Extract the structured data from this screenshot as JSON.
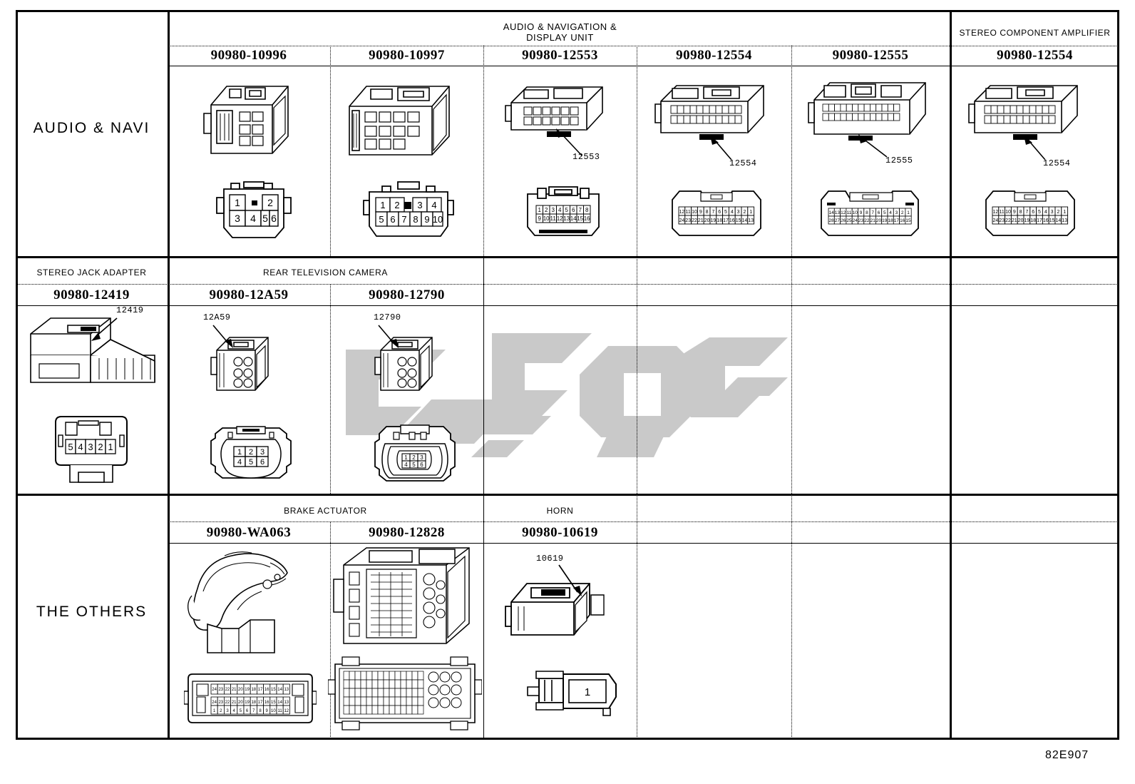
{
  "diagram": {
    "page_code": "82E907",
    "row_labels": [
      "AUDIO & NAVI",
      "",
      "THE OTHERS"
    ],
    "groups": [
      {
        "label": "AUDIO & NAVIGATION & DISPLAY UNIT",
        "row": 1,
        "span_cols": [
          1,
          5
        ]
      },
      {
        "label": "STEREO COMPONENT AMPLIFIER",
        "row": 1,
        "span_cols": [
          6,
          6
        ]
      },
      {
        "label": "STEREO JACK ADAPTER",
        "row": 2,
        "span_cols": [
          0,
          0
        ]
      },
      {
        "label": "REAR TELEVISION CAMERA",
        "row": 2,
        "span_cols": [
          1,
          2
        ]
      },
      {
        "label": "BRAKE ACTUATOR",
        "row": 3,
        "span_cols": [
          1,
          2
        ]
      },
      {
        "label": "HORN",
        "row": 3,
        "span_cols": [
          3,
          3
        ]
      }
    ],
    "row1": {
      "label": "AUDIO & NAVI",
      "group_title": "AUDIO & NAVIGATION & DISPLAY UNIT",
      "group_title_right": "STEREO COMPONENT AMPLIFIER",
      "cells": [
        {
          "part_number": "90980-10996",
          "callout": "",
          "pins_top": [
            "1",
            "2"
          ],
          "pins_bottom": [
            "3",
            "4",
            "5",
            "6"
          ],
          "style": "6p"
        },
        {
          "part_number": "90980-10997",
          "callout": "",
          "pins_top": [
            "1",
            "2",
            "3",
            "4"
          ],
          "pins_bottom": [
            "5",
            "6",
            "7",
            "8",
            "9",
            "10"
          ],
          "style": "10p"
        },
        {
          "part_number": "90980-12553",
          "callout": "12553",
          "pins_top": [
            "1",
            "2",
            "3",
            "4",
            "5",
            "6",
            "7",
            "8"
          ],
          "pins_bottom": [
            "9",
            "10",
            "11",
            "12",
            "13",
            "14",
            "15",
            "16"
          ],
          "style": "16p"
        },
        {
          "part_number": "90980-12554",
          "callout": "12554",
          "pins_top": [
            "12",
            "11",
            "10",
            "9",
            "8",
            "7",
            "6",
            "5",
            "4",
            "3",
            "2",
            "1"
          ],
          "pins_bottom": [
            "24",
            "23",
            "22",
            "21",
            "20",
            "19",
            "18",
            "17",
            "16",
            "15",
            "14",
            "13"
          ],
          "style": "24p"
        },
        {
          "part_number": "90980-12555",
          "callout": "12555",
          "pins_top": [
            "14",
            "13",
            "12",
            "11",
            "10",
            "9",
            "8",
            "7",
            "6",
            "5",
            "4",
            "3",
            "2",
            "1"
          ],
          "pins_bottom": [
            "28",
            "27",
            "26",
            "25",
            "24",
            "23",
            "22",
            "21",
            "20",
            "19",
            "18",
            "17",
            "16",
            "15"
          ],
          "style": "28p"
        },
        {
          "part_number": "90980-12554",
          "callout": "12554",
          "pins_top": [
            "12",
            "11",
            "10",
            "9",
            "8",
            "7",
            "6",
            "5",
            "4",
            "3",
            "2",
            "1"
          ],
          "pins_bottom": [
            "24",
            "23",
            "22",
            "21",
            "20",
            "19",
            "18",
            "17",
            "16",
            "15",
            "14",
            "13"
          ],
          "style": "24p"
        }
      ]
    },
    "row2": {
      "label": "",
      "cells": [
        {
          "part_number": "90980-12419",
          "group": "STEREO JACK ADAPTER",
          "callout": "12419",
          "pins_top": [
            "5",
            "4",
            "3",
            "2",
            "1"
          ],
          "pins_bottom": [],
          "style": "5p"
        },
        {
          "part_number": "90980-12A59",
          "group": "REAR TELEVISION CAMERA",
          "callout": "12A59",
          "pins_top": [
            "1",
            "2",
            "3"
          ],
          "pins_bottom": [
            "4",
            "5",
            "6"
          ],
          "style": "6g"
        },
        {
          "part_number": "90980-12790",
          "group": "REAR TELEVISION CAMERA",
          "callout": "12790",
          "pins_top": [
            "1",
            "2",
            "3"
          ],
          "pins_bottom": [
            "4",
            "5",
            "6"
          ],
          "style": "6r"
        }
      ]
    },
    "row3": {
      "label": "THE OTHERS",
      "cells": [
        {
          "part_number": "90980-WA063",
          "group": "BRAKE ACTUATOR",
          "callout": "",
          "style": "wa063"
        },
        {
          "part_number": "90980-12828",
          "group": "BRAKE ACTUATOR",
          "callout": "",
          "style": "p12828"
        },
        {
          "part_number": "90980-10619",
          "group": "HORN",
          "callout": "10619",
          "pins_top": [
            "1"
          ],
          "pins_bottom": [],
          "style": "1p"
        }
      ]
    },
    "colors": {
      "line": "#000000",
      "watermark": "#c9c9c9",
      "background": "#ffffff"
    }
  }
}
